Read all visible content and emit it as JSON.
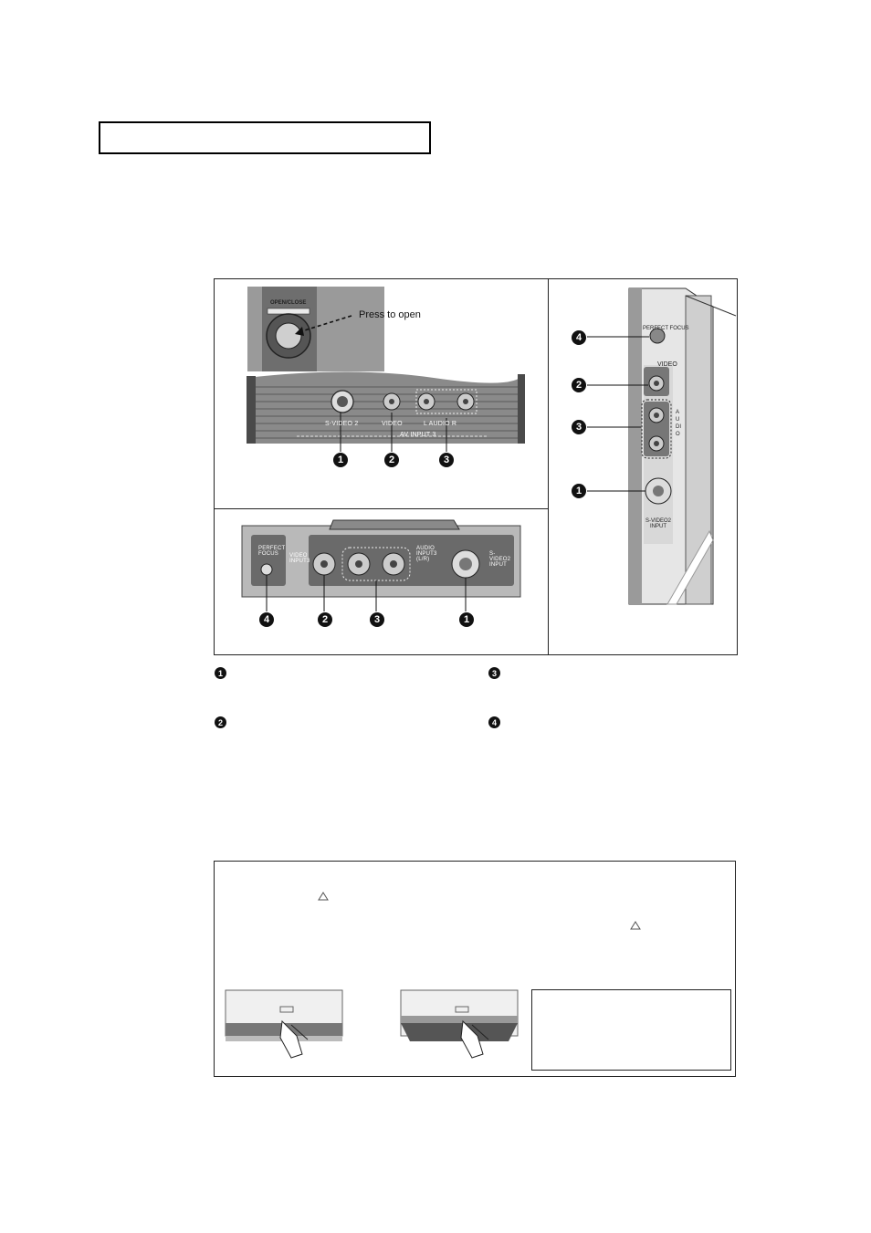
{
  "figure": {
    "open_close_label": "OPEN/CLOSE",
    "press_to_open": "Press to open",
    "front_panel": {
      "svideo_label": "S-VIDEO 2",
      "video_label": "VIDEO",
      "audio_label": "L   AUDIO   R",
      "av_input_label": "AV INPUT 3"
    },
    "bottom_panel": {
      "perfect_focus": "PERFECT FOCUS",
      "video_input": "VIDEO INPUT3",
      "audio_input": "AUDIO INPUT3 (L/R)",
      "svideo_input": "S-VIDEO2 INPUT"
    },
    "side_panel": {
      "perfect_focus": "PERFECT FOCUS",
      "video": "VIDEO",
      "audio": "AUDIO",
      "svideo_input": "S-VIDEO2 INPUT"
    },
    "callouts": [
      "1",
      "2",
      "3",
      "4"
    ]
  },
  "legend": {
    "markers": [
      "1",
      "2",
      "3",
      "4"
    ]
  },
  "colors": {
    "panel_dark": "#555555",
    "panel_mid": "#8a8a8a",
    "panel_light": "#cfcfcf",
    "border": "#222222"
  }
}
